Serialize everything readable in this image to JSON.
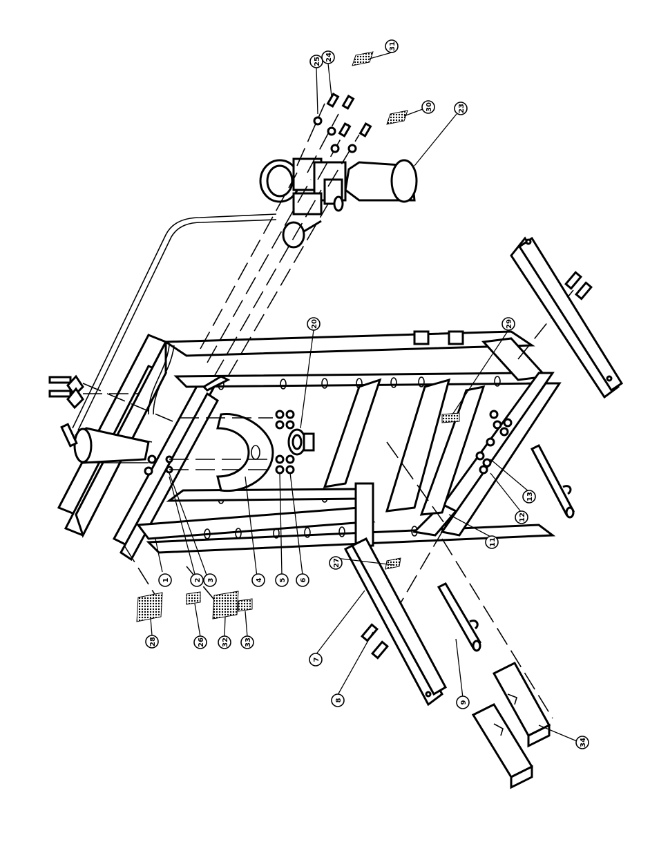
{
  "diagram": {
    "view": "exploded parts diagram, rotated 90° (hydraulic shop press)",
    "callouts": [
      "1",
      "2",
      "3",
      "4",
      "5",
      "6",
      "7",
      "8",
      "9",
      "11",
      "12",
      "13",
      "20",
      "23",
      "24",
      "25",
      "26",
      "27",
      "28",
      "29",
      "30",
      "31",
      "32",
      "33",
      "34"
    ]
  }
}
